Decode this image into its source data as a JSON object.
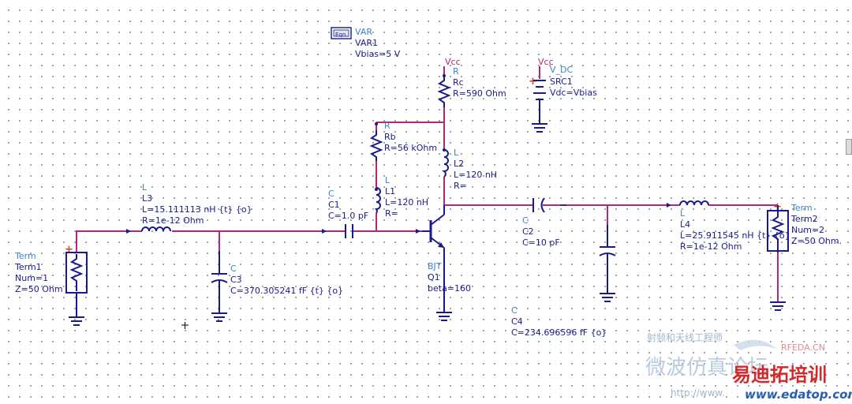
{
  "var_block": {
    "type": "VAR",
    "name": "VAR1",
    "expr": "Vbias=5 V",
    "icon_text": "Eqn"
  },
  "nets": {
    "vcc_r": "Vcc",
    "vcc_src": "Vcc"
  },
  "src1": {
    "type": "V_DC",
    "name": "SRC1",
    "value": "Vdc=Vbias"
  },
  "rc": {
    "type": "R",
    "name": "Rc",
    "value": "R=590 Ohm"
  },
  "rb": {
    "type": "R",
    "name": "Rb",
    "value": "R=56 kOhm"
  },
  "l2": {
    "type": "L",
    "name": "L2",
    "value": "L=120 nH",
    "value2": "R="
  },
  "l1": {
    "type": "L",
    "name": "L1",
    "value": "L=120 nH",
    "value2": "R="
  },
  "l3": {
    "type": "L",
    "name": "L3",
    "value": "L=15.111113 nH {t} {o}",
    "value2": "R=1e-12 Ohm"
  },
  "l4": {
    "type": "L",
    "name": "L4",
    "value": "L=25.911545 nH {t} {o}",
    "value2": "R=1e-12 Ohm"
  },
  "c1": {
    "type": "C",
    "name": "C1",
    "value": "C=1.0 pF"
  },
  "c2": {
    "type": "C",
    "name": "C2",
    "value": "C=10 pF"
  },
  "c3": {
    "type": "C",
    "name": "C3",
    "value": "C=370.305241 fF {t} {o}"
  },
  "c4": {
    "type": "C",
    "name": "C4",
    "value": "C=234.696596 fF {o}"
  },
  "q1": {
    "type": "BJT",
    "name": "Q1",
    "value": "beta=160"
  },
  "term1": {
    "type": "Term",
    "name": "Term1",
    "num": "Num=1",
    "z": "Z=50 Ohm"
  },
  "term2": {
    "type": "Term",
    "name": "Term2",
    "num": "Num=2",
    "z": "Z=50 Ohm."
  },
  "watermark": {
    "big": "易迪拓培训",
    "url": "www.edatop.com",
    "rfeda": "RFEDA.CN",
    "faint_cn": "微波仿真论坛",
    "faint_url": "http://www.",
    "faint_top": "射频和天线工程师"
  },
  "colors": {
    "wire": "#b0287a",
    "component": "#1a1a8c",
    "type_label": "#3a86c8",
    "grid_dot": "#8a8a8a",
    "watermark_red": "#d22a2a",
    "watermark_blue": "#2a5fb0"
  }
}
